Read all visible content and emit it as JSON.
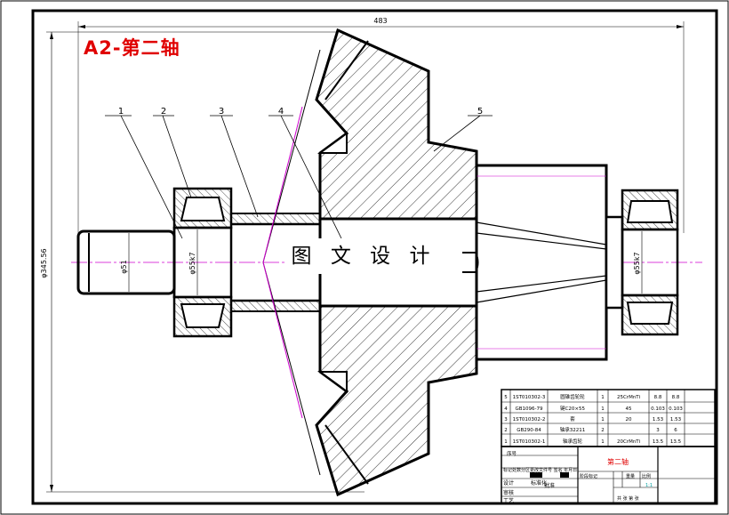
{
  "title_label": "A2-第二轴",
  "watermark": "图 文 设 计",
  "dimensions": {
    "overall_length": "483",
    "overall_diameter": "φ345.56",
    "bearing_left": "φ55k7",
    "shaft_end": "φ51",
    "bearing_right": "φ55k7"
  },
  "balloons": [
    "1",
    "2",
    "3",
    "4",
    "5"
  ],
  "bom": {
    "rows": [
      {
        "no": "5",
        "code": "1ST010302-3",
        "name": "圆锥齿轮轮",
        "qty": "1",
        "material": "25CrMnTi",
        "unit_weight": "8.8",
        "total_weight": "8.8"
      },
      {
        "no": "4",
        "code": "GB1096-79",
        "name": "键C20×55",
        "qty": "1",
        "material": "45",
        "unit_weight": "0.103",
        "total_weight": "0.103"
      },
      {
        "no": "3",
        "code": "1ST010302-2",
        "name": "套",
        "qty": "1",
        "material": "20",
        "unit_weight": "1.53",
        "total_weight": "1.53"
      },
      {
        "no": "2",
        "code": "GB290-84",
        "name": "轴承32211",
        "qty": "2",
        "material": "",
        "unit_weight": "3",
        "total_weight": "6"
      },
      {
        "no": "1",
        "code": "1ST010302-1",
        "name": "轴承齿轮",
        "qty": "1",
        "material": "20CrMnTi",
        "unit_weight": "13.5",
        "total_weight": "13.5"
      }
    ],
    "header_label": "序号"
  },
  "title_block": {
    "part_name": "第二轴",
    "change_row": "标记处数分区更改文件号 签名 年月日",
    "design_label": "设计",
    "standard_label": "标准化",
    "review_label": "审核",
    "approve_label": "批准",
    "stage_label": "阶段标记",
    "weight_label": "重量",
    "scale_label": "比例",
    "scale_value": "1:1",
    "process_label": "工艺",
    "sheet_label": "共 张 第 张"
  }
}
